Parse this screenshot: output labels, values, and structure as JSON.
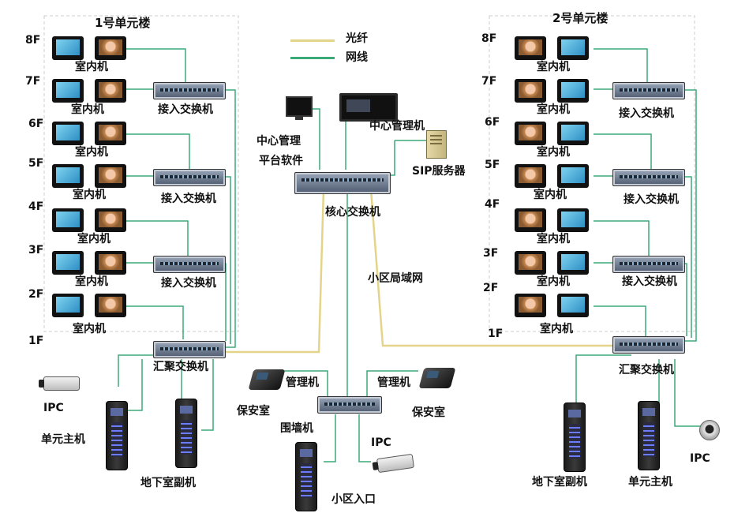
{
  "building1": {
    "title": "1号单元楼"
  },
  "building2": {
    "title": "2号单元楼"
  },
  "floors": [
    "8F",
    "7F",
    "6F",
    "5F",
    "4F",
    "3F",
    "2F",
    "1F"
  ],
  "legend": {
    "fiber": "光纤",
    "cable": "网线",
    "fiber_color": "#e3d48a",
    "cable_color": "#3caa78"
  },
  "labels": {
    "indoor": "室内机",
    "access_switch": "接入交换机",
    "agg_switch": "汇聚交换机",
    "core_switch": "核心交换机",
    "center_mgr": "中心管理机",
    "platform": "中心管理\n平台软件",
    "platform_line1": "中心管理",
    "platform_line2": "平台软件",
    "sip": "SIP服务器",
    "lan": "小区局域网",
    "ipc": "IPC",
    "unit_host": "单元主机",
    "basement": "地下室副机",
    "mgr": "管理机",
    "guard": "保安室",
    "wall": "围墙机",
    "entrance": "小区入口"
  }
}
